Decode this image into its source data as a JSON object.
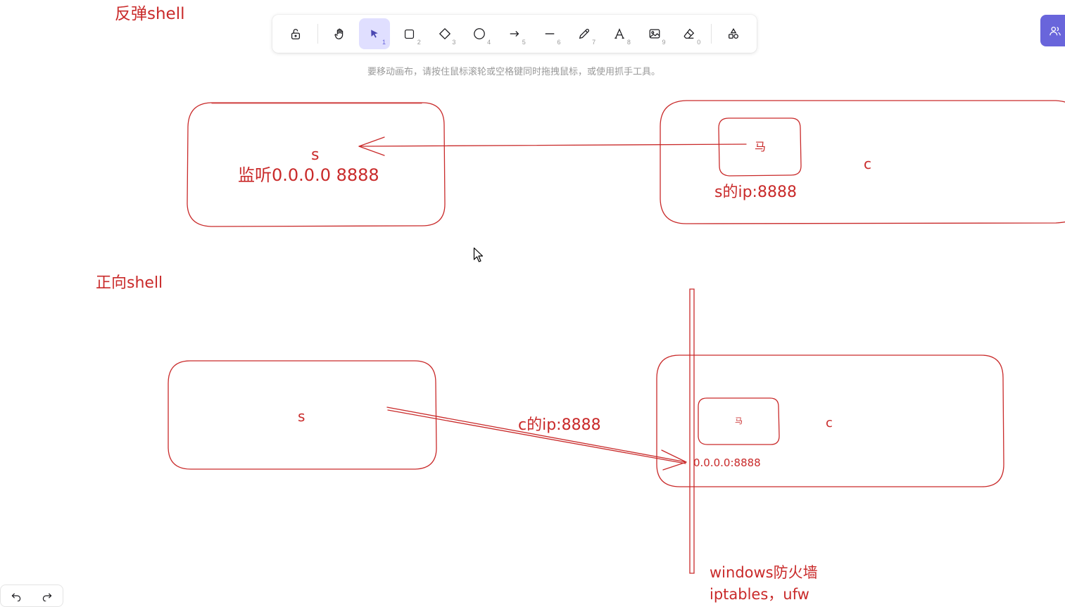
{
  "toolbar": {
    "tools": [
      {
        "name": "lock",
        "key": ""
      },
      {
        "name": "hand",
        "key": ""
      },
      {
        "name": "selection",
        "key": "1"
      },
      {
        "name": "rectangle",
        "key": "2"
      },
      {
        "name": "diamond",
        "key": "3"
      },
      {
        "name": "ellipse",
        "key": "4"
      },
      {
        "name": "arrow",
        "key": "5"
      },
      {
        "name": "line",
        "key": "6"
      },
      {
        "name": "draw",
        "key": "7"
      },
      {
        "name": "text",
        "key": "8"
      },
      {
        "name": "image",
        "key": "9"
      },
      {
        "name": "eraser",
        "key": "0"
      },
      {
        "name": "extra-tools",
        "key": ""
      }
    ],
    "active_tool": "selection"
  },
  "hint": "要移动画布，请按住鼠标滚轮或空格键同时拖拽鼠标，或使用抓手工具。",
  "canvas": {
    "stroke_color": "#c92a2a",
    "labels": {
      "reverse_title": "反弹shell",
      "s_top": "s",
      "listen": "监听0.0.0.0 8888",
      "ma_top": "马",
      "c_top": "c",
      "s_ip": "s的ip:8888",
      "forward_title": "正向shell",
      "s_bottom": "s",
      "c_ip": "c的ip:8888",
      "ma_bottom": "马",
      "c_bottom": "c",
      "bind_addr": "0.0.0.0:8888",
      "firewall_1": "windows防火墙",
      "firewall_2": "iptables，ufw"
    }
  },
  "colors": {
    "accent": "#6965db",
    "active_tool_bg": "#e0dfff",
    "ink": "#c92a2a"
  }
}
